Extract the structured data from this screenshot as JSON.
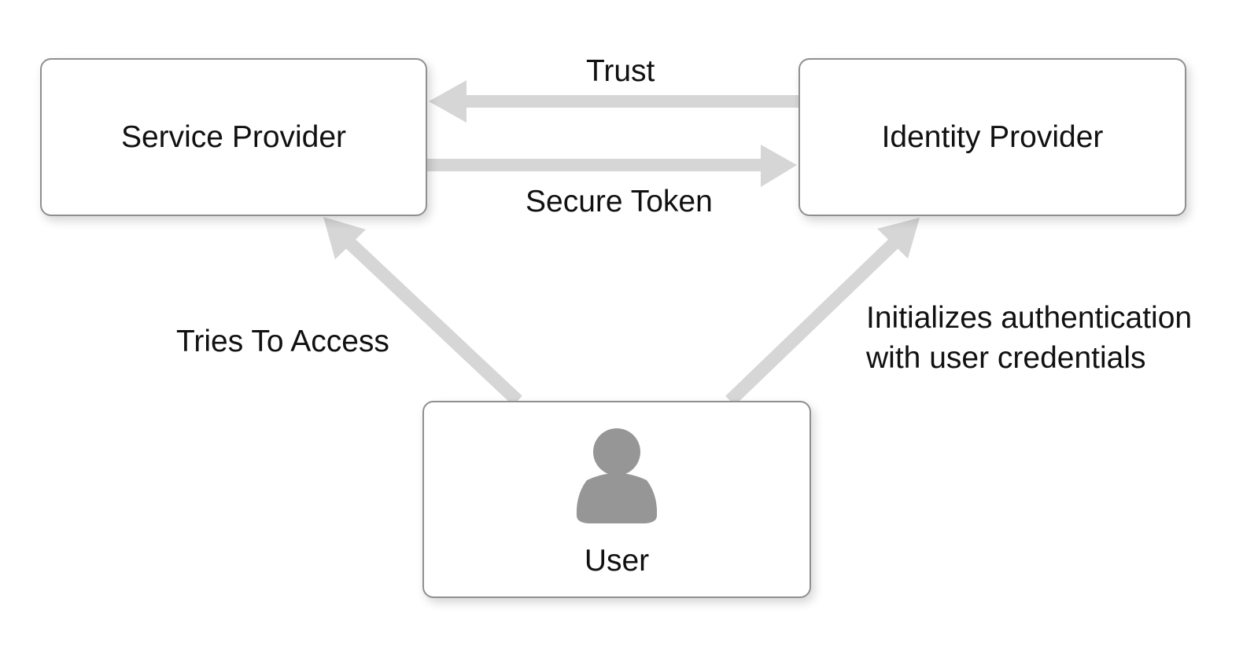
{
  "nodes": {
    "service_provider": "Service Provider",
    "identity_provider": "Identity Provider",
    "user": "User"
  },
  "edges": {
    "trust": "Trust",
    "secure_token": "Secure Token",
    "tries_to_access": "Tries To Access",
    "initializes_auth": {
      "line1": "Initializes authentication",
      "line2": "with user credentials"
    }
  },
  "colors": {
    "arrow": "#d6d6d6",
    "box_border": "#8f8f8f",
    "icon": "#969696",
    "text": "#111111"
  },
  "icons": {
    "user": "user-silhouette-icon"
  }
}
